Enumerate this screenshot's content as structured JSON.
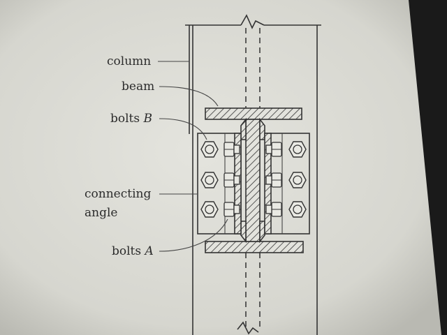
{
  "labels": {
    "column": "column",
    "beam": "beam",
    "bolts_b_word": "bolts ",
    "bolts_b_letter": "B",
    "connecting": "connecting",
    "angle": "angle",
    "bolts_a_word": "bolts ",
    "bolts_a_letter": "A"
  },
  "colors": {
    "page": "#dcdcd6",
    "ink": "#333333",
    "dark_edge": "#1a1a1a"
  },
  "icons": {
    "bolt_head": "hexagon-bolt-icon",
    "bolt_shank": "bolt-shank-icon"
  }
}
